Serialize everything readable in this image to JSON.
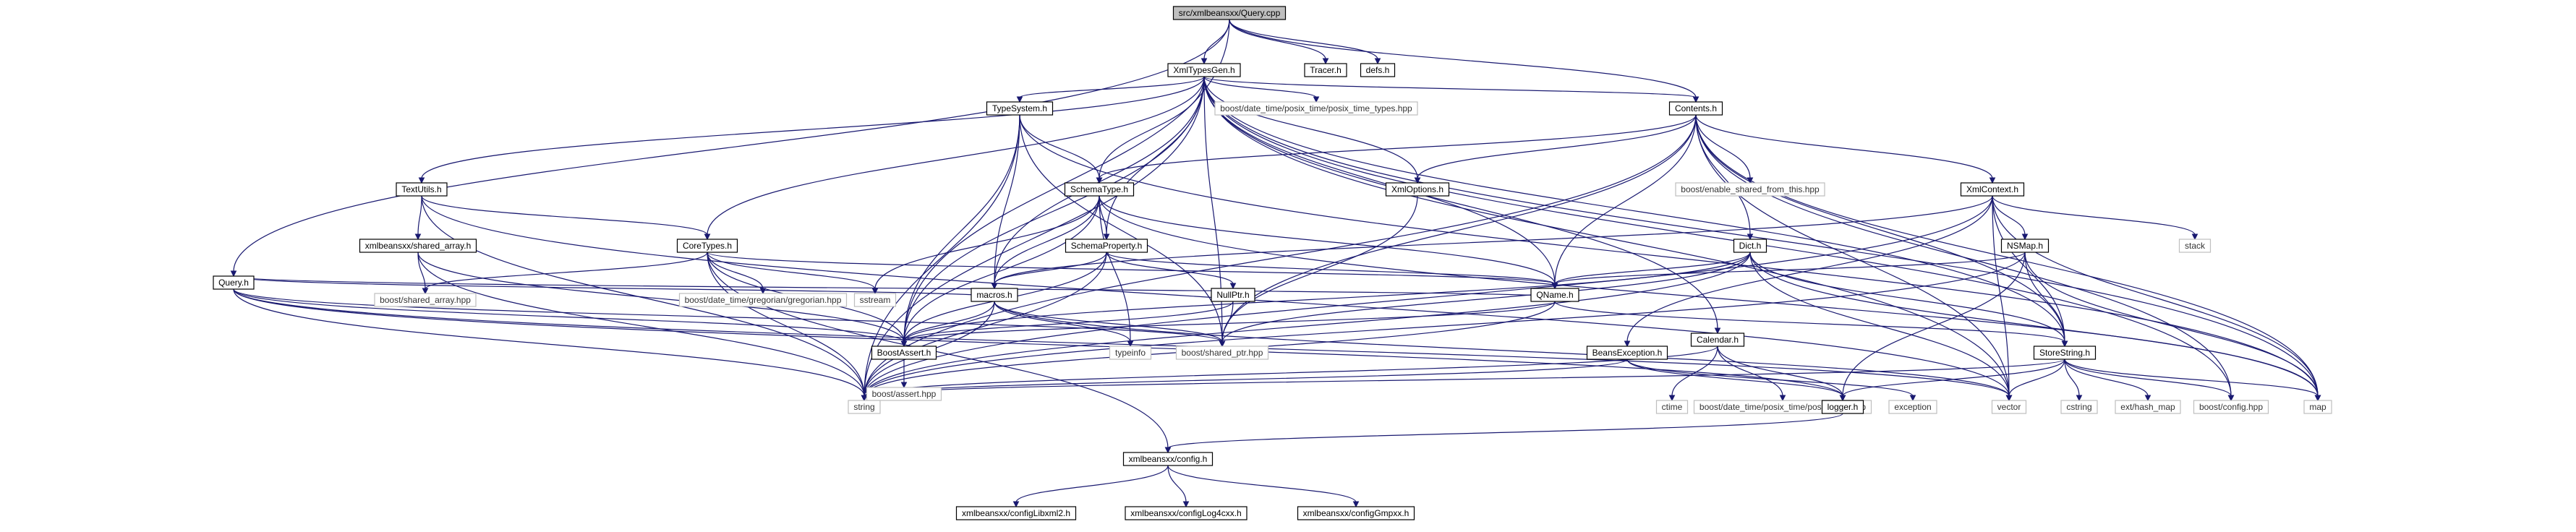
{
  "graph": {
    "title": "src/xmlbeansxx/Query.cpp",
    "edge_color": "#191970",
    "root_fill": "#bfbfbf",
    "nodes": [
      {
        "id": "query_cpp",
        "label": "src/xmlbeansxx/Query.cpp",
        "kind": "root"
      },
      {
        "id": "xmltypesgen",
        "label": "XmlTypesGen.h",
        "kind": "internal"
      },
      {
        "id": "tracer",
        "label": "Tracer.h",
        "kind": "internal"
      },
      {
        "id": "defs",
        "label": "defs.h",
        "kind": "internal"
      },
      {
        "id": "query_h",
        "label": "Query.h",
        "kind": "internal"
      },
      {
        "id": "typesystem",
        "label": "TypeSystem.h",
        "kind": "internal"
      },
      {
        "id": "posix_time_types",
        "label": "boost/date_time/posix_time/posix_time_types.hpp",
        "kind": "external"
      },
      {
        "id": "contents",
        "label": "Contents.h",
        "kind": "internal"
      },
      {
        "id": "textutils",
        "label": "TextUtils.h",
        "kind": "internal"
      },
      {
        "id": "schematype",
        "label": "SchemaType.h",
        "kind": "internal"
      },
      {
        "id": "xmloptions",
        "label": "XmlOptions.h",
        "kind": "internal"
      },
      {
        "id": "enable_shared",
        "label": "boost/enable_shared_from_this.hpp",
        "kind": "external"
      },
      {
        "id": "xmlcontext",
        "label": "XmlContext.h",
        "kind": "internal"
      },
      {
        "id": "shared_array_h",
        "label": "xmlbeansxx/shared_array.h",
        "kind": "internal"
      },
      {
        "id": "coretypes",
        "label": "CoreTypes.h",
        "kind": "internal"
      },
      {
        "id": "schemaproperty",
        "label": "SchemaProperty.h",
        "kind": "internal"
      },
      {
        "id": "dict",
        "label": "Dict.h",
        "kind": "internal"
      },
      {
        "id": "nsmap",
        "label": "NSMap.h",
        "kind": "internal"
      },
      {
        "id": "stack",
        "label": "stack",
        "kind": "external"
      },
      {
        "id": "boost_shared_array",
        "label": "boost/shared_array.hpp",
        "kind": "external"
      },
      {
        "id": "gregorian",
        "label": "boost/date_time/gregorian/gregorian.hpp",
        "kind": "external"
      },
      {
        "id": "sstream",
        "label": "sstream",
        "kind": "external"
      },
      {
        "id": "macros",
        "label": "macros.h",
        "kind": "internal"
      },
      {
        "id": "nullptr",
        "label": "NullPtr.h",
        "kind": "internal"
      },
      {
        "id": "qname",
        "label": "QName.h",
        "kind": "internal"
      },
      {
        "id": "boostassert_h",
        "label": "BoostAssert.h",
        "kind": "internal"
      },
      {
        "id": "typeinfo",
        "label": "typeinfo",
        "kind": "external"
      },
      {
        "id": "shared_ptr",
        "label": "boost/shared_ptr.hpp",
        "kind": "external"
      },
      {
        "id": "beansexception",
        "label": "BeansException.h",
        "kind": "internal"
      },
      {
        "id": "calendar",
        "label": "Calendar.h",
        "kind": "internal"
      },
      {
        "id": "storestring",
        "label": "StoreString.h",
        "kind": "internal"
      },
      {
        "id": "boost_assert",
        "label": "boost/assert.hpp",
        "kind": "external"
      },
      {
        "id": "string",
        "label": "string",
        "kind": "external"
      },
      {
        "id": "ctime",
        "label": "ctime",
        "kind": "external"
      },
      {
        "id": "posix_time",
        "label": "boost/date_time/posix_time/posix_time.hpp",
        "kind": "external"
      },
      {
        "id": "logger",
        "label": "logger.h",
        "kind": "internal"
      },
      {
        "id": "exception",
        "label": "exception",
        "kind": "external"
      },
      {
        "id": "vector",
        "label": "vector",
        "kind": "external"
      },
      {
        "id": "cstring",
        "label": "cstring",
        "kind": "external"
      },
      {
        "id": "hash_map",
        "label": "ext/hash_map",
        "kind": "external"
      },
      {
        "id": "boost_config",
        "label": "boost/config.hpp",
        "kind": "external"
      },
      {
        "id": "map",
        "label": "map",
        "kind": "external"
      },
      {
        "id": "config_h",
        "label": "xmlbeansxx/config.h",
        "kind": "internal"
      },
      {
        "id": "config_libxml2",
        "label": "xmlbeansxx/configLibxml2.h",
        "kind": "internal"
      },
      {
        "id": "config_log4cxx",
        "label": "xmlbeansxx/configLog4cxx.h",
        "kind": "internal"
      },
      {
        "id": "config_gmpxx",
        "label": "xmlbeansxx/configGmpxx.h",
        "kind": "internal"
      }
    ],
    "edges": [
      [
        "query_cpp",
        "xmltypesgen"
      ],
      [
        "query_cpp",
        "tracer"
      ],
      [
        "query_cpp",
        "defs"
      ],
      [
        "query_cpp",
        "query_h"
      ],
      [
        "query_cpp",
        "contents"
      ],
      [
        "query_cpp",
        "boostassert_h"
      ],
      [
        "xmltypesgen",
        "typesystem"
      ],
      [
        "xmltypesgen",
        "posix_time_types"
      ],
      [
        "xmltypesgen",
        "contents"
      ],
      [
        "xmltypesgen",
        "textutils"
      ],
      [
        "xmltypesgen",
        "schematype"
      ],
      [
        "xmltypesgen",
        "xmloptions"
      ],
      [
        "xmltypesgen",
        "coretypes"
      ],
      [
        "xmltypesgen",
        "schemaproperty"
      ],
      [
        "xmltypesgen",
        "macros"
      ],
      [
        "xmltypesgen",
        "boostassert_h"
      ],
      [
        "xmltypesgen",
        "shared_ptr"
      ],
      [
        "xmltypesgen",
        "calendar"
      ],
      [
        "xmltypesgen",
        "storestring"
      ],
      [
        "xmltypesgen",
        "string"
      ],
      [
        "xmltypesgen",
        "vector"
      ],
      [
        "xmltypesgen",
        "map"
      ],
      [
        "xmltypesgen",
        "boost_config"
      ],
      [
        "xmltypesgen",
        "qname"
      ],
      [
        "query_h",
        "macros"
      ],
      [
        "query_h",
        "boostassert_h"
      ],
      [
        "query_h",
        "shared_ptr"
      ],
      [
        "query_h",
        "string"
      ],
      [
        "query_h",
        "vector"
      ],
      [
        "query_h",
        "qname"
      ],
      [
        "query_h",
        "logger"
      ],
      [
        "typesystem",
        "schematype"
      ],
      [
        "typesystem",
        "macros"
      ],
      [
        "typesystem",
        "boostassert_h"
      ],
      [
        "typesystem",
        "shared_ptr"
      ],
      [
        "typesystem",
        "string"
      ],
      [
        "typesystem",
        "map"
      ],
      [
        "contents",
        "schematype"
      ],
      [
        "contents",
        "xmloptions"
      ],
      [
        "contents",
        "enable_shared"
      ],
      [
        "contents",
        "xmlcontext"
      ],
      [
        "contents",
        "dict"
      ],
      [
        "contents",
        "qname"
      ],
      [
        "contents",
        "shared_ptr"
      ],
      [
        "contents",
        "string"
      ],
      [
        "contents",
        "storestring"
      ],
      [
        "contents",
        "boost_config"
      ],
      [
        "contents",
        "map"
      ],
      [
        "contents",
        "vector"
      ],
      [
        "textutils",
        "coretypes"
      ],
      [
        "textutils",
        "shared_array_h"
      ],
      [
        "textutils",
        "string"
      ],
      [
        "textutils",
        "vector"
      ],
      [
        "schematype",
        "schemaproperty"
      ],
      [
        "schematype",
        "macros"
      ],
      [
        "schematype",
        "qname"
      ],
      [
        "schematype",
        "typeinfo"
      ],
      [
        "schematype",
        "sstream"
      ],
      [
        "schematype",
        "map"
      ],
      [
        "schematype",
        "boostassert_h"
      ],
      [
        "xmloptions",
        "shared_ptr"
      ],
      [
        "xmlcontext",
        "nsmap"
      ],
      [
        "xmlcontext",
        "stack"
      ],
      [
        "xmlcontext",
        "string"
      ],
      [
        "xmlcontext",
        "vector"
      ],
      [
        "xmlcontext",
        "storestring"
      ],
      [
        "xmlcontext",
        "map"
      ],
      [
        "xmlcontext",
        "beansexception"
      ],
      [
        "xmlcontext",
        "macros"
      ],
      [
        "shared_array_h",
        "boost_shared_array"
      ],
      [
        "shared_array_h",
        "boostassert_h"
      ],
      [
        "shared_array_h",
        "string"
      ],
      [
        "coretypes",
        "boost_shared_array"
      ],
      [
        "coretypes",
        "gregorian"
      ],
      [
        "coretypes",
        "sstream"
      ],
      [
        "coretypes",
        "qname"
      ],
      [
        "coretypes",
        "boostassert_h"
      ],
      [
        "coretypes",
        "string"
      ],
      [
        "coretypes",
        "config_h"
      ],
      [
        "schemaproperty",
        "qname"
      ],
      [
        "schemaproperty",
        "nullptr"
      ],
      [
        "schemaproperty",
        "macros"
      ],
      [
        "schemaproperty",
        "string"
      ],
      [
        "schemaproperty",
        "boostassert_h"
      ],
      [
        "dict",
        "qname"
      ],
      [
        "dict",
        "storestring"
      ],
      [
        "dict",
        "vector"
      ],
      [
        "dict",
        "map"
      ],
      [
        "dict",
        "shared_ptr"
      ],
      [
        "dict",
        "string"
      ],
      [
        "dict",
        "boostassert_h"
      ],
      [
        "nsmap",
        "qname"
      ],
      [
        "nsmap",
        "storestring"
      ],
      [
        "nsmap",
        "string"
      ],
      [
        "nsmap",
        "logger"
      ],
      [
        "nsmap",
        "map"
      ],
      [
        "macros",
        "typeinfo"
      ],
      [
        "macros",
        "shared_ptr"
      ],
      [
        "macros",
        "boostassert_h"
      ],
      [
        "macros",
        "string"
      ],
      [
        "macros",
        "vector"
      ],
      [
        "nullptr",
        "boostassert_h"
      ],
      [
        "nullptr",
        "shared_ptr"
      ],
      [
        "qname",
        "storestring"
      ],
      [
        "qname",
        "string"
      ],
      [
        "qname",
        "boostassert_h"
      ],
      [
        "boostassert_h",
        "boost_assert"
      ],
      [
        "beansexception",
        "exception"
      ],
      [
        "beansexception",
        "logger"
      ],
      [
        "beansexception",
        "string"
      ],
      [
        "calendar",
        "ctime"
      ],
      [
        "calendar",
        "posix_time"
      ],
      [
        "calendar",
        "logger"
      ],
      [
        "calendar",
        "string"
      ],
      [
        "storestring",
        "vector"
      ],
      [
        "storestring",
        "cstring"
      ],
      [
        "storestring",
        "hash_map"
      ],
      [
        "storestring",
        "boost_config"
      ],
      [
        "storestring",
        "map"
      ],
      [
        "storestring",
        "string"
      ],
      [
        "storestring",
        "logger"
      ],
      [
        "logger",
        "config_h"
      ],
      [
        "config_h",
        "config_libxml2"
      ],
      [
        "config_h",
        "config_log4cxx"
      ],
      [
        "config_h",
        "config_gmpxx"
      ]
    ]
  }
}
